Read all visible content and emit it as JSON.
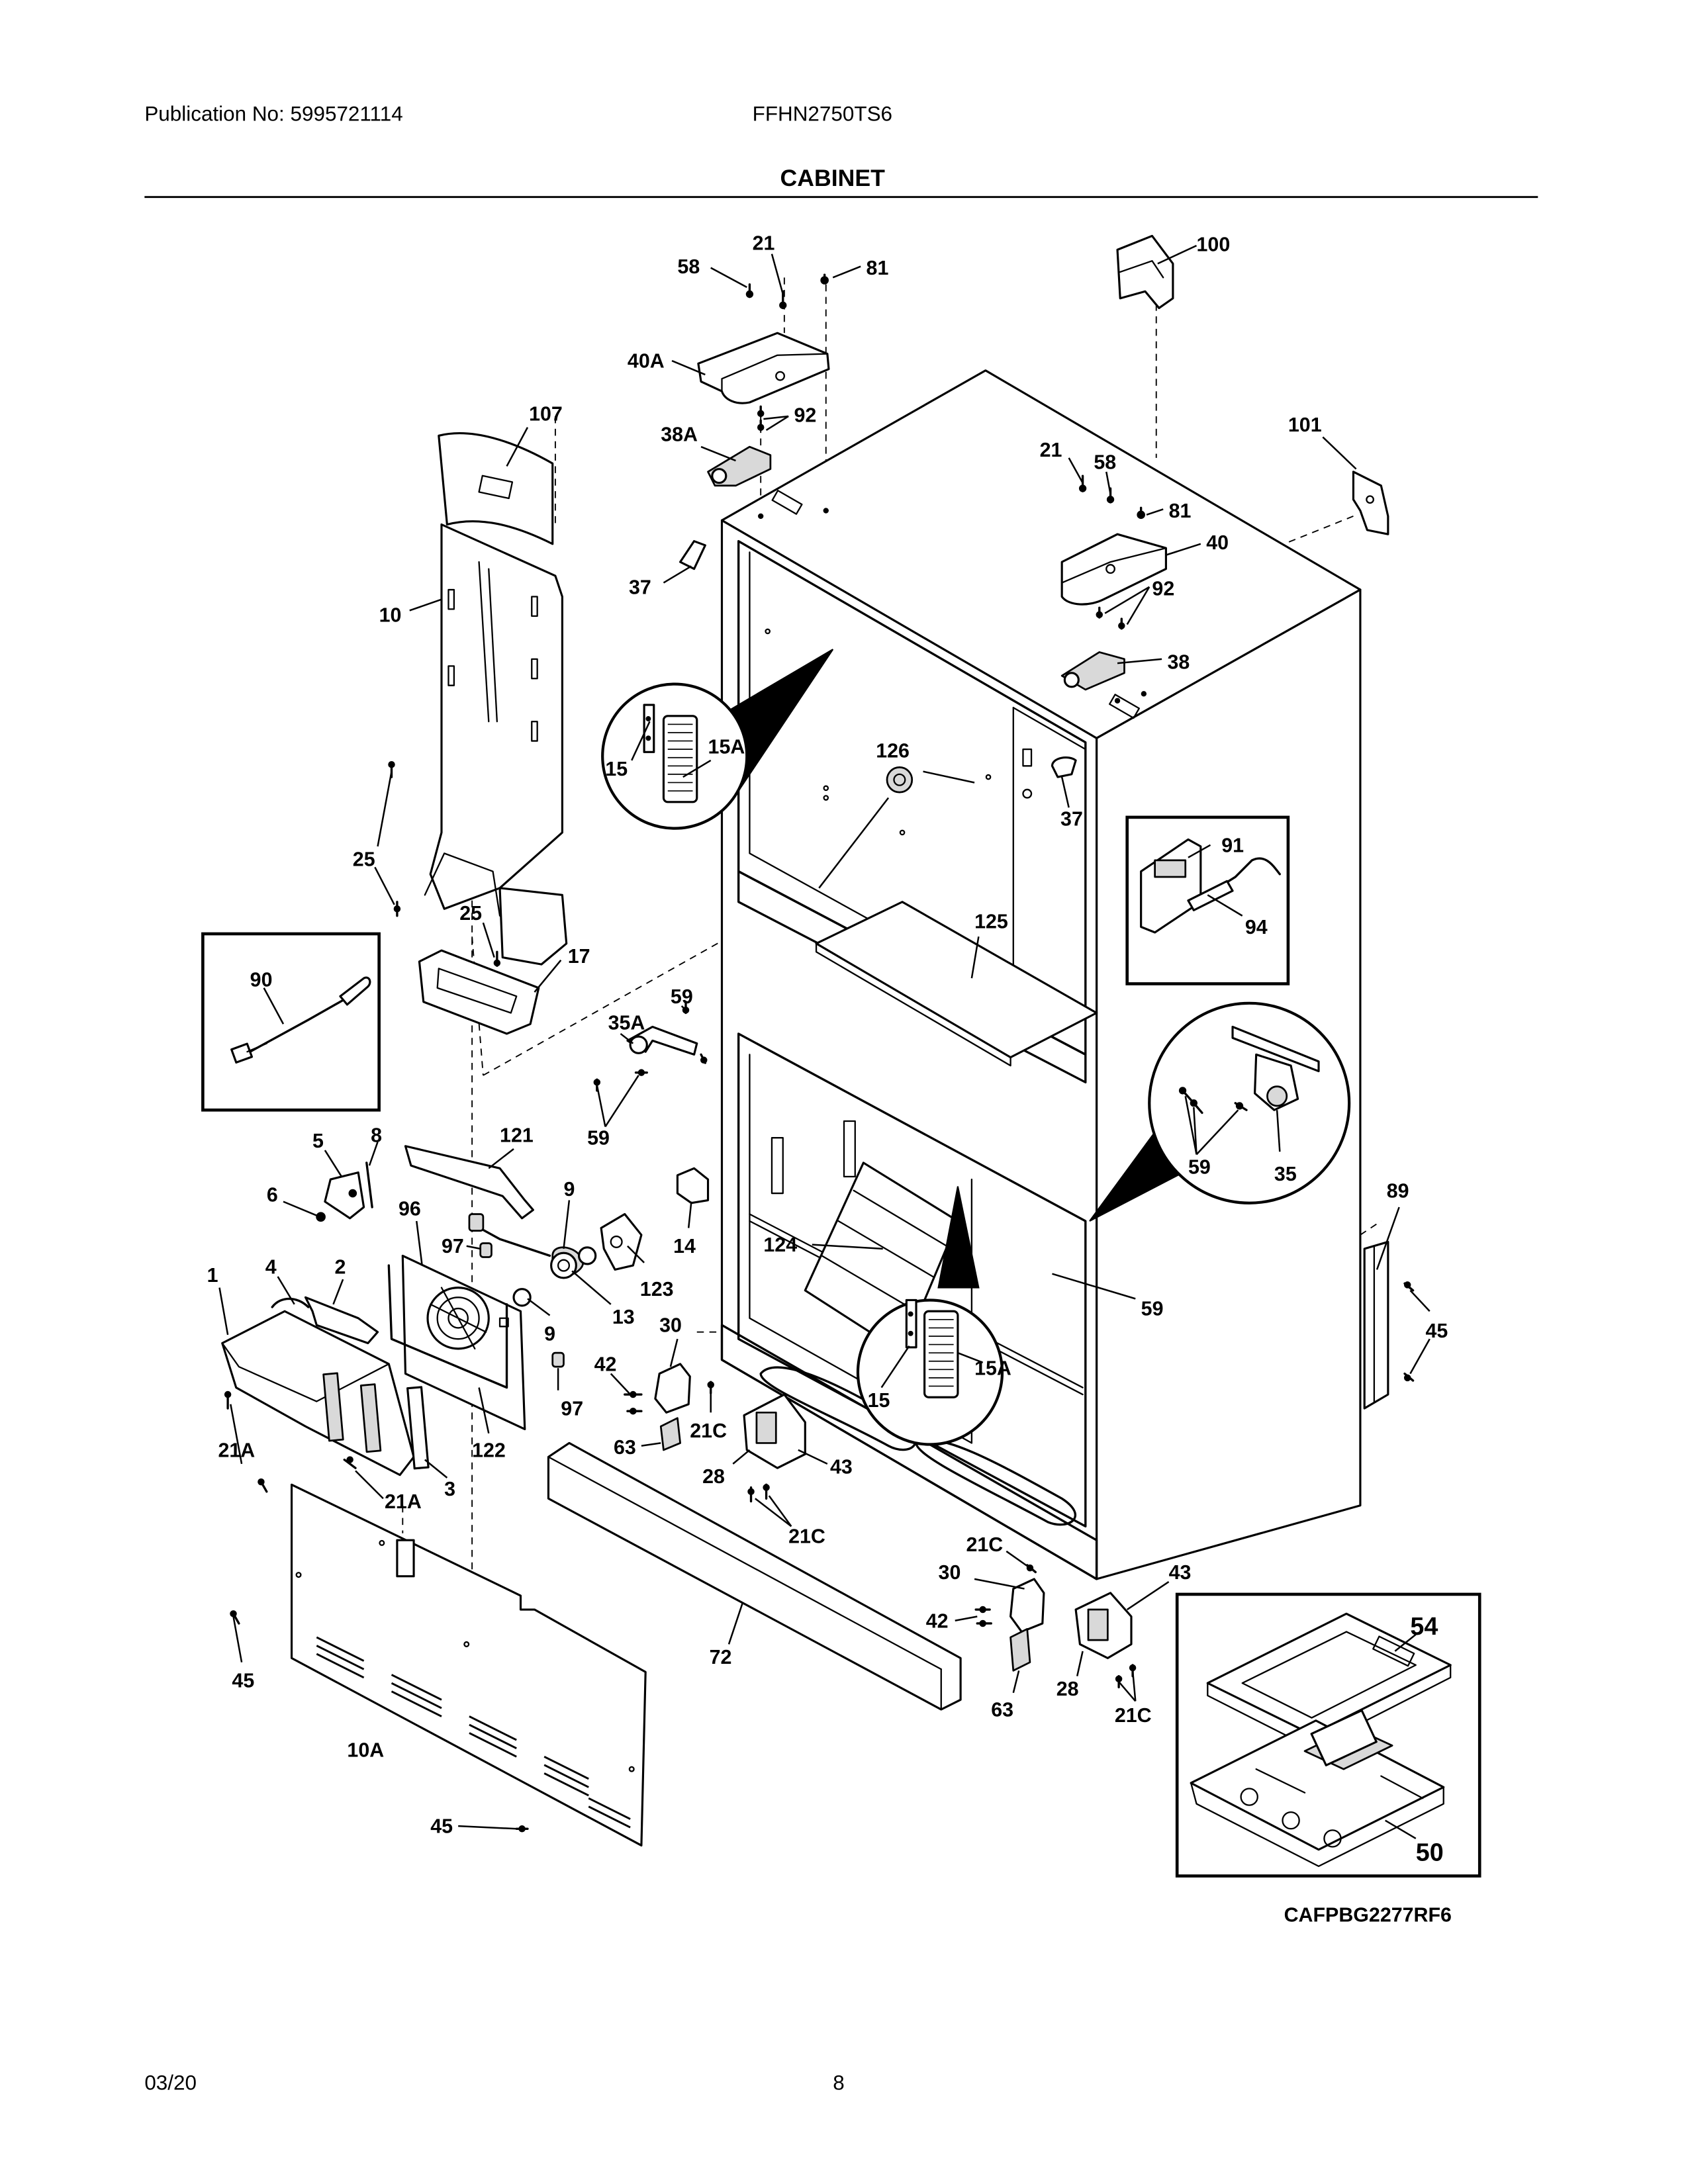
{
  "header": {
    "publication": "Publication No: 5995721114",
    "model": "FFHN2750TS6",
    "title": "CABINET"
  },
  "diagram_code": "CAFPBG2277RF6",
  "footer": {
    "date": "03/20",
    "page": "8"
  },
  "callouts": {
    "c21_top": "21",
    "c58_top": "58",
    "c81_top": "81",
    "c100": "100",
    "c40a": "40A",
    "c107": "107",
    "c92_a": "92",
    "c38a": "38A",
    "c101": "101",
    "c21_r": "21",
    "c58_r": "58",
    "c81_r": "81",
    "c40": "40",
    "c92_b": "92",
    "c38": "38",
    "c37_a": "37",
    "c37_b": "37",
    "c10": "10",
    "c15_a": "15",
    "c15a_a": "15A",
    "c126": "126",
    "c91": "91",
    "c94": "94",
    "c25_a": "25",
    "c25_b": "25",
    "c17": "17",
    "c125": "125",
    "c90": "90",
    "c59_a": "59",
    "c35a": "35A",
    "c59_b": "59",
    "c59_c": "59",
    "c35": "35",
    "c5": "5",
    "c8": "8",
    "c121": "121",
    "c6": "6",
    "c9_a": "9",
    "c96": "96",
    "c97_a": "97",
    "c123": "123",
    "c14": "14",
    "c89": "89",
    "c1": "1",
    "c4": "4",
    "c2": "2",
    "c13": "13",
    "c124": "124",
    "c59_d": "59",
    "c30_a": "30",
    "c9_b": "9",
    "c42_a": "42",
    "c45_a": "45",
    "c97_b": "97",
    "c21c_a": "21C",
    "c15a_b": "15A",
    "c15_b": "15",
    "c63_a": "63",
    "c28_a": "28",
    "c43_a": "43",
    "c122": "122",
    "c21a_a": "21A",
    "c21a_b": "21A",
    "c3": "3",
    "c21c_b": "21C",
    "c21c_c": "21C",
    "c30_b": "30",
    "c43_b": "43",
    "c42_b": "42",
    "c54": "54",
    "c72": "72",
    "c28_b": "28",
    "c63_b": "63",
    "c21c_d": "21C",
    "c45_b": "45",
    "c10a": "10A",
    "c50": "50",
    "c45_c": "45"
  }
}
